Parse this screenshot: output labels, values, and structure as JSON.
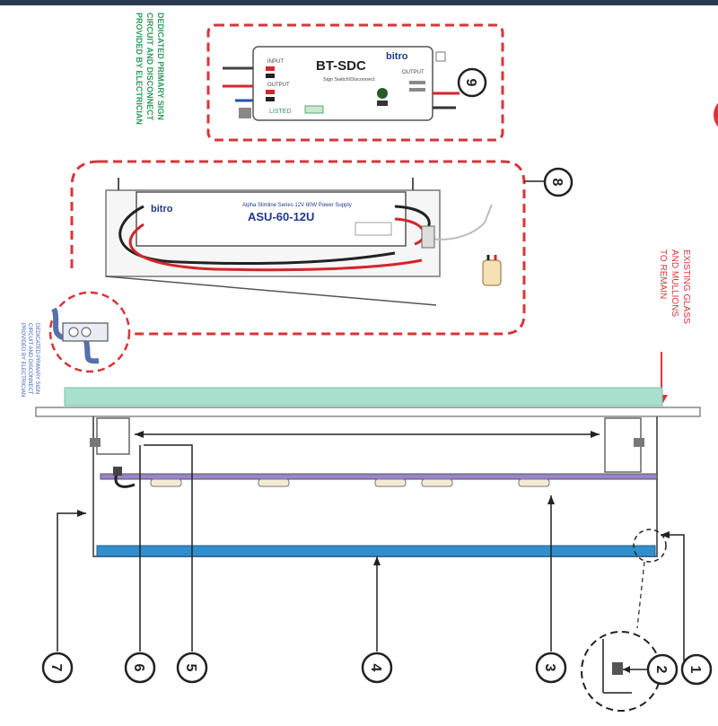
{
  "notes": {
    "top_left_note": [
      "DEDICATED PRIMARY SIGN",
      "CIRCUIT AND DISCONNECT",
      "PROVIDED BY ELECTRICIAN"
    ],
    "side_note": [
      "DEDICATED PRIMARY SIGN",
      "CIRCUIT AND DISCONNECT",
      "PROVIDED BY ELECTRICIAN"
    ],
    "existing_glass": [
      "EXISTING GLASS",
      "AND MULLIONS",
      "TO REMAIN"
    ]
  },
  "devices": {
    "bt_sdc": {
      "model": "BT-SDC",
      "brand": "bitro",
      "subtitle": "Sign Switch/Disconnect",
      "left_label_1": "INPUT",
      "left_label_2": "OUTPUT",
      "right_label_1": "OUTPUT",
      "footer": "LISTED"
    },
    "asu": {
      "brand": "bitro",
      "title_line": "Alpha Slimline Series 12V 60W Power Supply",
      "model": "ASU-60-12U"
    }
  },
  "callouts": [
    "1",
    "2",
    "3",
    "4",
    "5",
    "6",
    "7",
    "8",
    "9"
  ],
  "colors": {
    "dashed_red": "#d9343a",
    "glass": "#a8e0cf",
    "blue_panel": "#2f8fcc",
    "wire_red": "#d2262b",
    "note_green": "#2e9a5a",
    "note_blue": "#3a5cb8",
    "label_red": "#d9343a"
  }
}
